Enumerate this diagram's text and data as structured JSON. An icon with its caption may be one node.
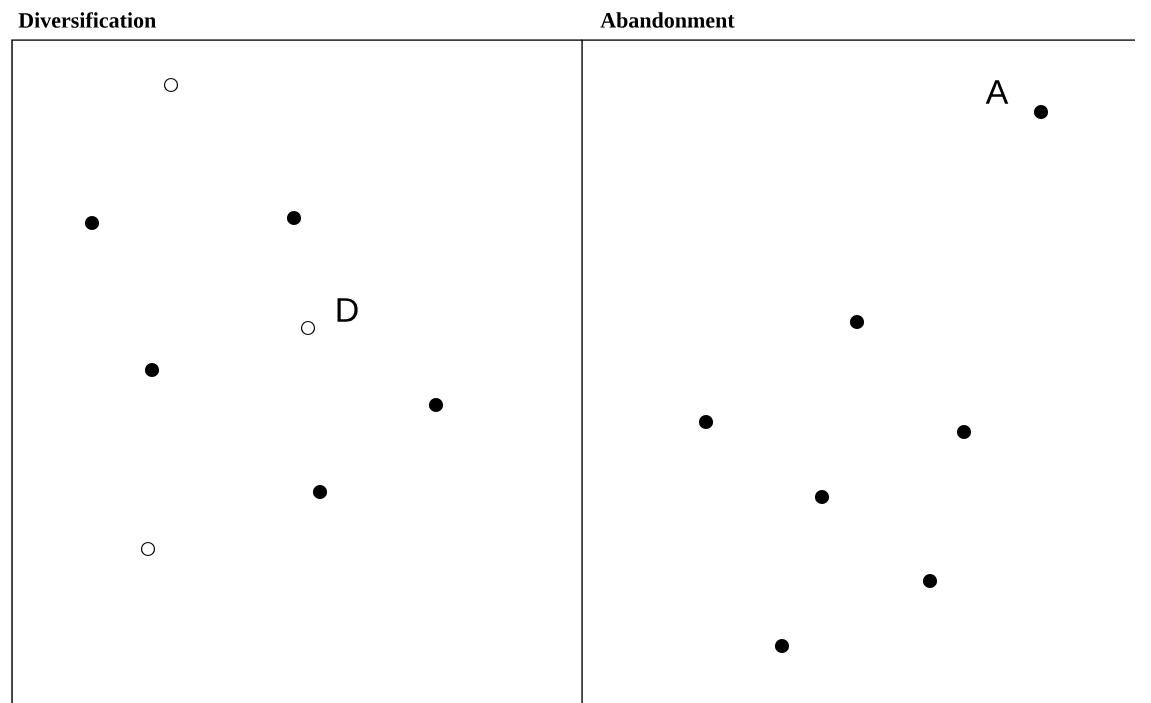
{
  "diagram": {
    "nodes": [
      {
        "text": [
          "Diversification"
        ]
      },
      {
        "text": [],
        "shape": "circle",
        "in": 0
      },
      {
        "text": [],
        "shape": "dot",
        "in": 0
      },
      {
        "text": [],
        "shape": "dot",
        "in": 0
      },
      {
        "text": [],
        "shape": "circle",
        "in": 0
      },
      {
        "text": [],
        "shape": "dot",
        "in": 0
      },
      {
        "text": [],
        "shape": "dot",
        "in": 0
      },
      {
        "text": [],
        "shape": "dot",
        "in": 0
      },
      {
        "text": [],
        "shape": "circle",
        "in": 0
      },
      {
        "text": [
          "Abandonment"
        ]
      },
      {
        "text": [],
        "shape": "dot",
        "in": 9
      },
      {
        "text": [],
        "shape": "dot",
        "in": 9
      },
      {
        "text": [],
        "shape": "dot",
        "in": 9
      },
      {
        "text": [],
        "shape": "dot",
        "in": 9
      },
      {
        "text": [],
        "shape": "dot",
        "in": 9
      },
      {
        "text": [],
        "shape": "dot",
        "in": 9
      },
      {
        "text": [],
        "shape": "dot",
        "in": 9
      }
    ],
    "labels": [
      "D",
      "A"
    ]
  }
}
